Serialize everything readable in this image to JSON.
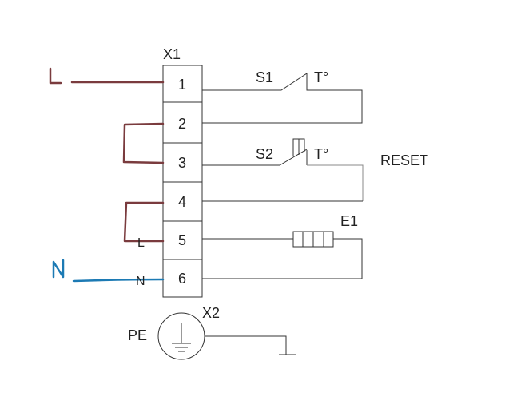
{
  "terminal_block": {
    "label": "X1",
    "terminals": [
      "1",
      "2",
      "3",
      "4",
      "5",
      "6"
    ]
  },
  "components": {
    "switch_s1": {
      "label": "S1",
      "type_label": "T°"
    },
    "switch_s2": {
      "label": "S2",
      "type_label": "T°"
    },
    "reset_label": "RESET",
    "heater": {
      "label": "E1"
    },
    "earth_terminal": {
      "label": "X2",
      "pe_label": "PE"
    }
  },
  "terminal_marks": {
    "terminal_5": "L",
    "terminal_6": "N"
  },
  "handwritten": {
    "phase": "L",
    "neutral": "N"
  },
  "colors": {
    "phase_wire": "#7a3b3e",
    "neutral_wire": "#1c7ab4"
  }
}
